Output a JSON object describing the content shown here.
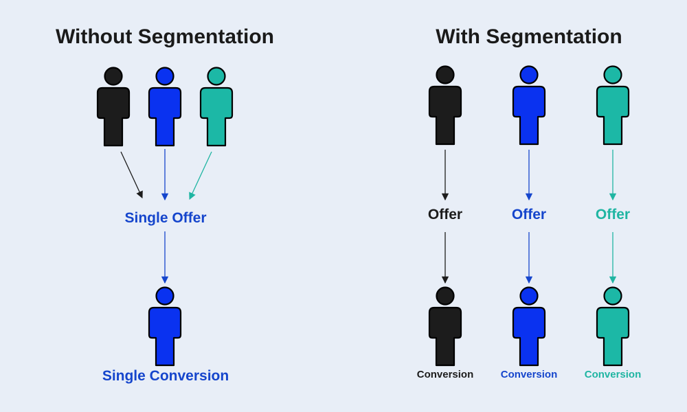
{
  "colors": {
    "background": "#e8eef7",
    "black": "#1c1c1c",
    "blue": "#0a32f0",
    "teal": "#1cb8a6",
    "blue_text": "#1545cc",
    "teal_text": "#1fb5a2",
    "outline": "#000000",
    "title": "#1a1a1a"
  },
  "left_panel": {
    "title": "Without Segmentation",
    "people": [
      {
        "icon": "person-icon",
        "color": "black"
      },
      {
        "icon": "person-icon",
        "color": "blue"
      },
      {
        "icon": "person-icon",
        "color": "teal"
      }
    ],
    "offer_label": "Single Offer",
    "result_person": {
      "icon": "person-icon",
      "color": "blue"
    },
    "conversion_label": "Single Conversion"
  },
  "right_panel": {
    "title": "With Segmentation",
    "segments": [
      {
        "color": "black",
        "offer_label": "Offer",
        "conversion_label": "Conversion"
      },
      {
        "color": "blue",
        "offer_label": "Offer",
        "conversion_label": "Conversion"
      },
      {
        "color": "teal",
        "offer_label": "Offer",
        "conversion_label": "Conversion"
      }
    ]
  }
}
